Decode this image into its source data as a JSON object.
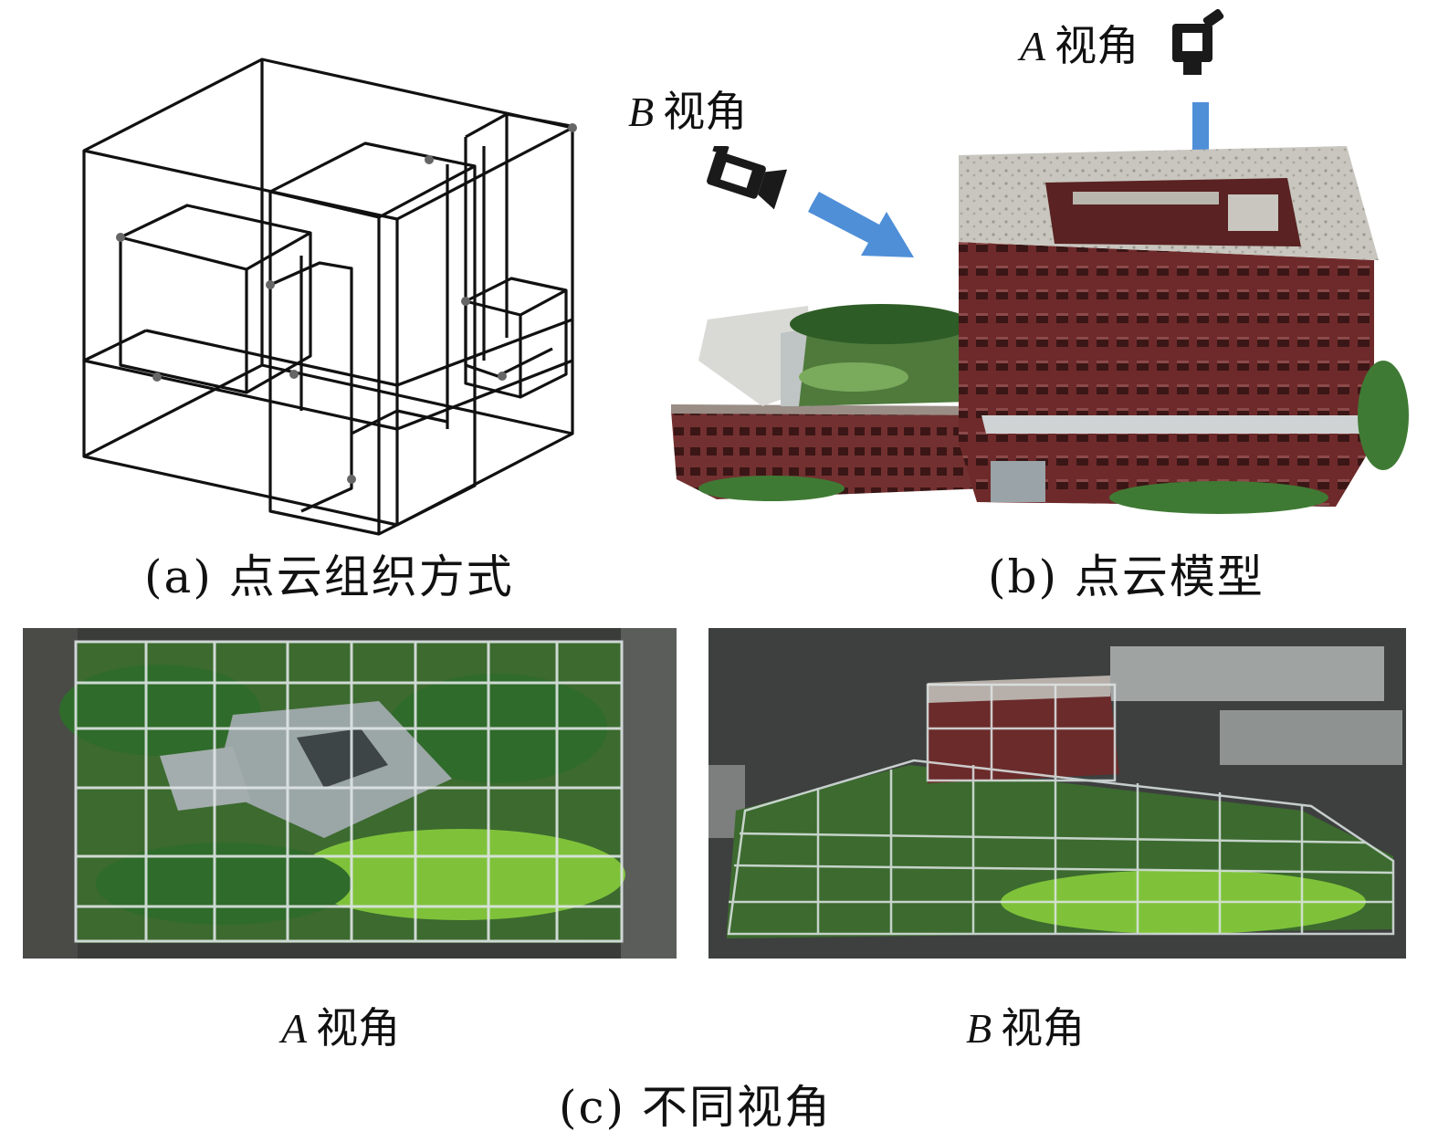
{
  "panel_a": {
    "caption": "(a) 点云组织方式"
  },
  "panel_b": {
    "caption": "(b) 点云模型",
    "view_a_letter": "A",
    "view_a_text": "视角",
    "view_b_letter": "B",
    "view_b_text": "视角",
    "arrow_color": "#4f8fd8",
    "facade_color": "#6e2a2a",
    "roof_color": "#c8c6bf",
    "vegetation_color": "#3f7a34"
  },
  "panel_c": {
    "caption": "(c) 不同视角",
    "left_label_letter": "A",
    "left_label_text": "视角",
    "right_label_letter": "B",
    "right_label_text": "视角",
    "grid_color": "#dfe6e6",
    "lawn_color": "#7fc23a",
    "tree_color": "#2f6b2a"
  },
  "icons": [
    "camera-icon-a",
    "camera-icon-b",
    "arrow-icon-a",
    "arrow-icon-b"
  ]
}
